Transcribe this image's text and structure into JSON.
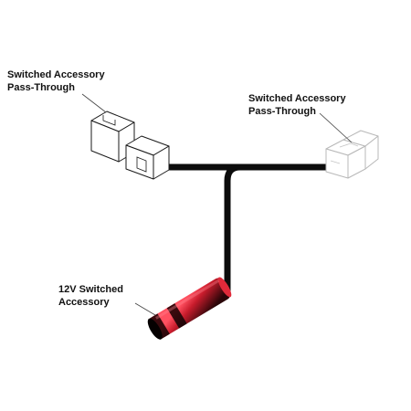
{
  "labels": {
    "pass_through_left": [
      "Switched Accessory",
      "Pass-Through"
    ],
    "pass_through_right": [
      "Switched Accessory",
      "Pass-Through"
    ],
    "switched_accessory": [
      "12V Switched",
      "Accessory"
    ]
  },
  "colors": {
    "wire": "#0c0c0c",
    "connector_outline": "#1a1a1a",
    "connector_outline_faded": "#b8b8b8",
    "heat_shrink_red": "#d32030",
    "heat_shrink_dark": "#1a0608"
  }
}
